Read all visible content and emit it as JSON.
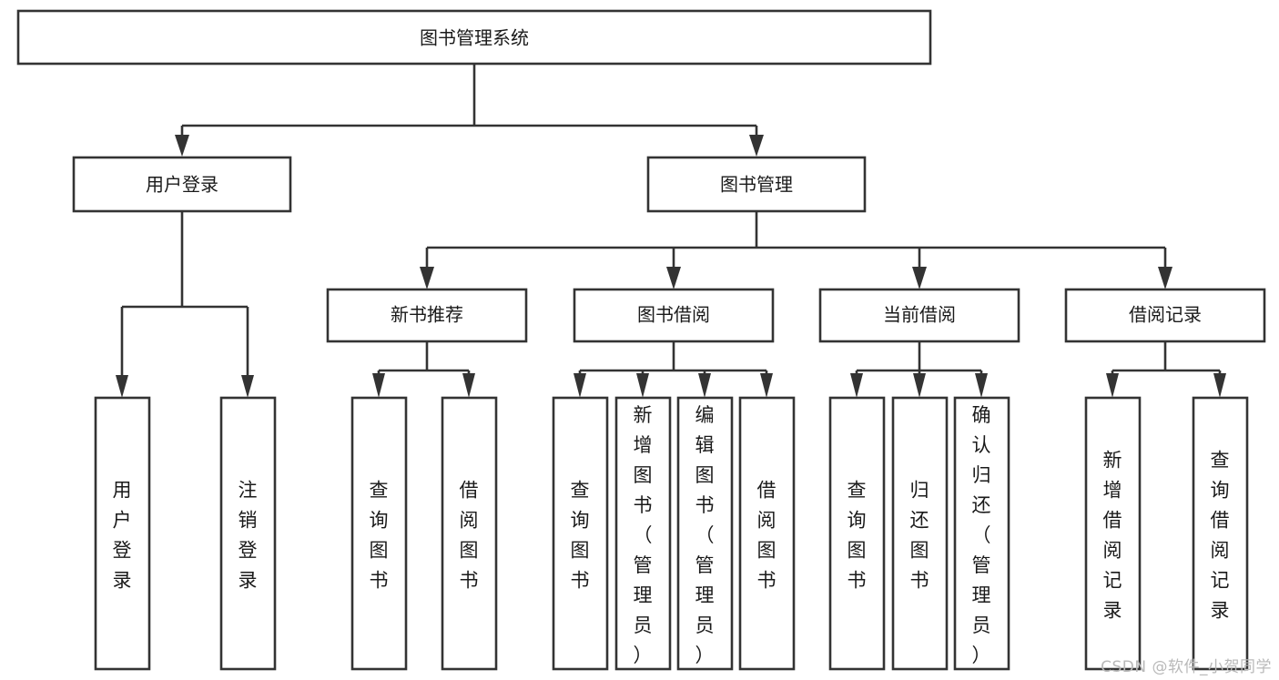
{
  "diagram": {
    "type": "tree-hierarchy",
    "orientation": "top-down",
    "watermark": "CSDN @软件_小贺同学",
    "colors": {
      "stroke": "#333333",
      "node_fill": "#ffffff",
      "text": "#1a1a1a",
      "background": "#ffffff",
      "watermark": "#b9b9b9"
    },
    "root": {
      "label": "图书管理系统"
    },
    "level1": [
      {
        "label": "用户登录"
      },
      {
        "label": "图书管理"
      }
    ],
    "level2": [
      {
        "label": "新书推荐"
      },
      {
        "label": "图书借阅"
      },
      {
        "label": "当前借阅"
      },
      {
        "label": "借阅记录"
      }
    ],
    "leaves": {
      "user_login": [
        {
          "label": "用户登录"
        },
        {
          "label": "注销登录"
        }
      ],
      "new_book_recommend": [
        {
          "label": "查询图书"
        },
        {
          "label": "借阅图书"
        }
      ],
      "book_borrow": [
        {
          "label": "查询图书"
        },
        {
          "label": "新增图书（管理员）"
        },
        {
          "label": "编辑图书（管理员）"
        },
        {
          "label": "借阅图书"
        }
      ],
      "current_borrow": [
        {
          "label": "查询图书"
        },
        {
          "label": "归还图书"
        },
        {
          "label": "确认归还（管理员）"
        }
      ],
      "borrow_record": [
        {
          "label": "新增借阅记录"
        },
        {
          "label": "查询借阅记录"
        }
      ]
    }
  }
}
